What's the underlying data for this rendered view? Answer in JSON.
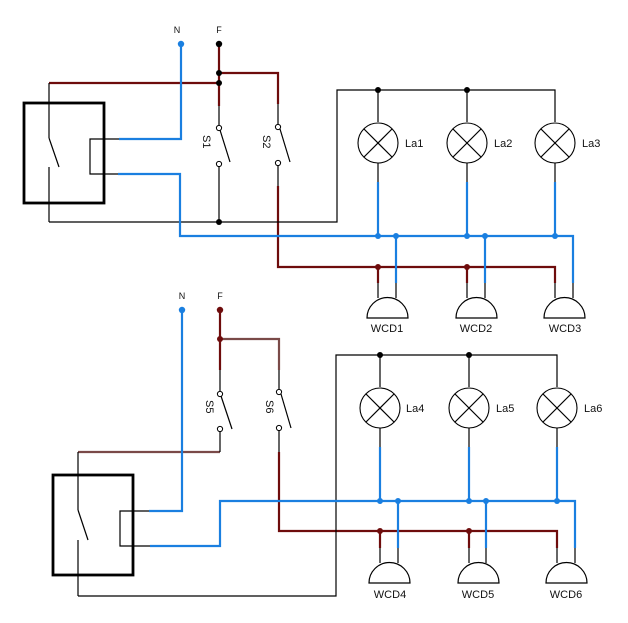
{
  "diagram": {
    "type": "electrical-wiring-schematic",
    "colors": {
      "neutral": "#1a7fe0",
      "phase": "#6e0c0c",
      "phase_light": "#7a4a48",
      "return": "#000000"
    },
    "circuits": [
      {
        "supply": {
          "neutral_label": "N",
          "phase_label": "F"
        },
        "switches": [
          "S1",
          "S2"
        ],
        "lamps": [
          "La1",
          "La2",
          "La3"
        ],
        "sockets": [
          "WCD1",
          "WCD2",
          "WCD3"
        ]
      },
      {
        "supply": {
          "neutral_label": "N",
          "phase_label": "F"
        },
        "switches": [
          "S5",
          "S6"
        ],
        "lamps": [
          "La4",
          "La5",
          "La6"
        ],
        "sockets": [
          "WCD4",
          "WCD5",
          "WCD6"
        ]
      }
    ]
  }
}
